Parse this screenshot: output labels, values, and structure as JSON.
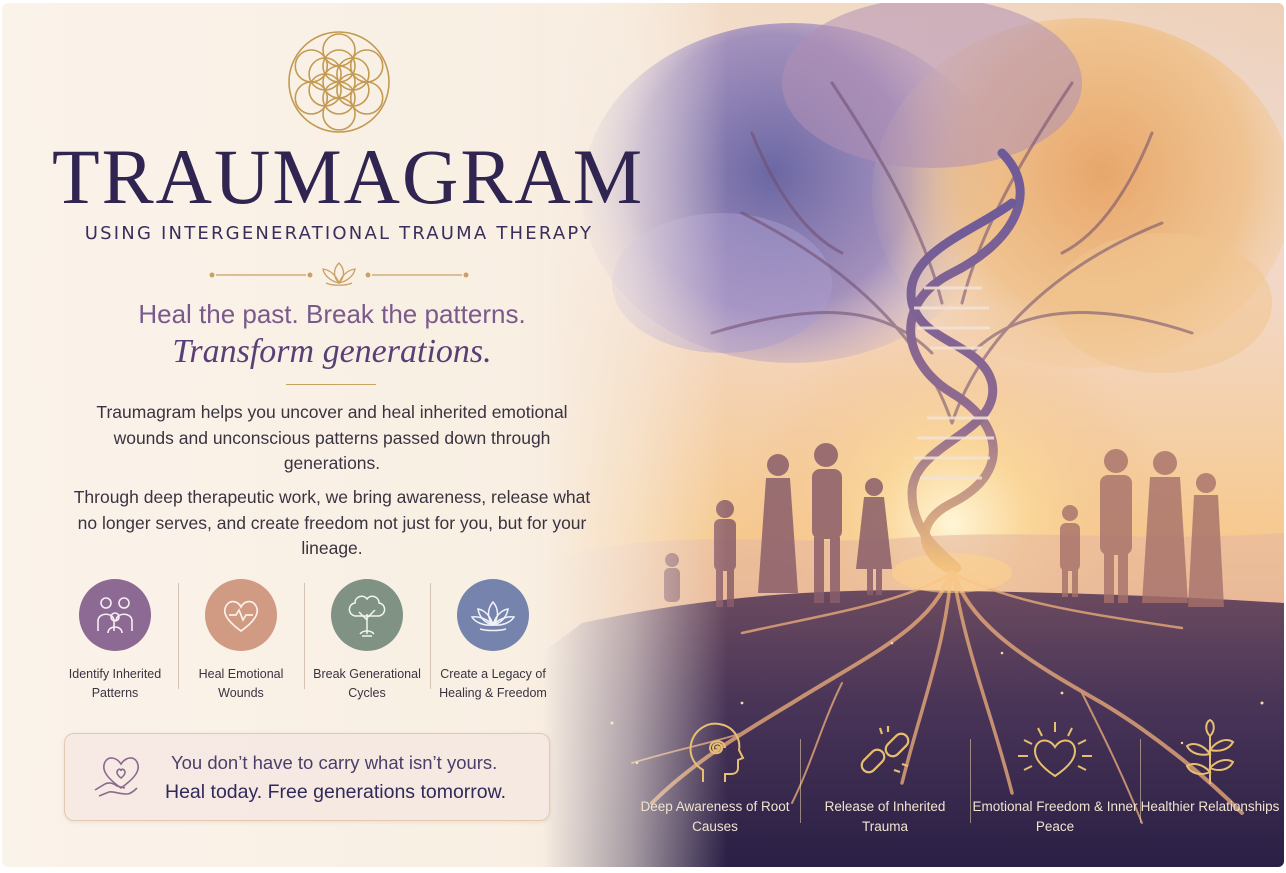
{
  "header": {
    "brand": "TRAUMAGRAM",
    "subtitle": "USING INTERGENERATIONAL TRAUMA THERAPY",
    "logo_icon": "flower-of-life-icon",
    "ornament_icon": "lotus-icon"
  },
  "tagline": {
    "line1": "Heal the past. Break the patterns.",
    "line2": "Transform generations."
  },
  "paragraphs": [
    "Traumagram helps you uncover and heal inherited emotional wounds and unconscious patterns passed down through generations.",
    "Through deep therapeutic work, we bring awareness, release what no longer serves, and create freedom not just for you, but for your lineage."
  ],
  "features": [
    {
      "label": "Identify Inherited Patterns",
      "icon": "family-icon",
      "color": "#8c6a93"
    },
    {
      "label": "Heal Emotional Wounds",
      "icon": "heart-icon",
      "color": "#d19a83"
    },
    {
      "label": "Break Generational Cycles",
      "icon": "tree-icon",
      "color": "#7f9283"
    },
    {
      "label": "Create a Legacy of Healing & Freedom",
      "icon": "lotus-icon",
      "color": "#7684ad"
    }
  ],
  "callout": {
    "icon": "hand-heart-icon",
    "line1": "You don’t have to carry what isn’t yours.",
    "line2": "Heal today. Free generations tomorrow."
  },
  "benefits": [
    {
      "label": "Deep Awareness of Root Causes",
      "icon": "head-spiral-icon"
    },
    {
      "label": "Release of Inherited Trauma",
      "icon": "broken-chain-icon"
    },
    {
      "label": "Emotional Freedom & Inner Peace",
      "icon": "radiant-heart-icon"
    },
    {
      "label": "Healthier Relationships",
      "icon": "sprout-icon"
    }
  ],
  "colors": {
    "brand": "#2f2550",
    "accent_gold": "#c9a164",
    "purple": "#7a5a8c"
  }
}
